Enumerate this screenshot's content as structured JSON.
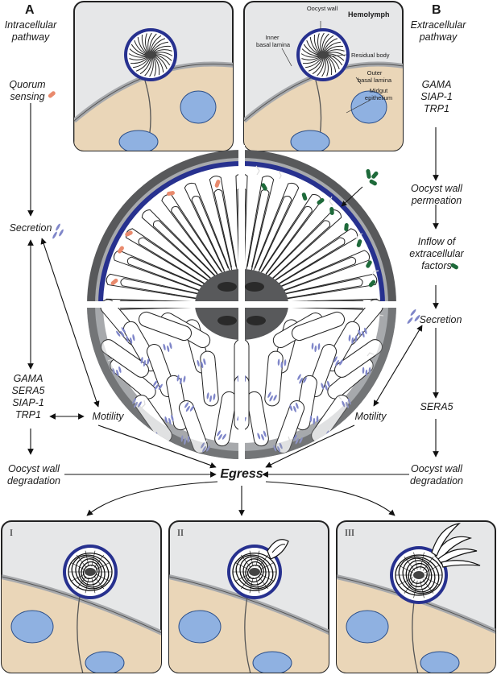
{
  "panels": {
    "a": {
      "letter": "A",
      "title_line1": "Intracellular",
      "title_line2": "pathway"
    },
    "b": {
      "letter": "B",
      "title_line1": "Extracellular",
      "title_line2": "pathway"
    }
  },
  "left_pathway": {
    "quorum_line1": "Quorum",
    "quorum_line2": "sensing",
    "secretion": "Secretion",
    "factors": [
      "GAMA",
      "SERA5",
      "SIAP-1",
      "TRP1"
    ],
    "motility": "Motility",
    "degradation_line1": "Oocyst wall",
    "degradation_line2": "degradation"
  },
  "right_pathway": {
    "factors": [
      "GAMA",
      "SIAP-1",
      "TRP1"
    ],
    "permeation_line1": "Oocyst wall",
    "permeation_line2": "permeation",
    "inflow_line1": "Inflow of",
    "inflow_line2": "extracellular",
    "inflow_line3": "factors",
    "secretion": "Secretion",
    "sera5": "SERA5",
    "motility": "Motility",
    "degradation_line1": "Oocyst wall",
    "degradation_line2": "degradation"
  },
  "egress": "Egress",
  "anatomy_labels": {
    "oocyst_wall_line1": "Oocyst wall",
    "hemolymph": "Hemolymph",
    "inner_basal_lamina_line1": "Inner",
    "inner_basal_lamina_line2": "basal lamina",
    "residual_body": "Residual body",
    "outer_basal_lamina_line1": "Outer",
    "outer_basal_lamina_line2": "basal lamina",
    "midgut_line1": "Midgut",
    "midgut_line2": "epithelium"
  },
  "stages": [
    "I",
    "II",
    "III"
  ],
  "colors": {
    "oocyst_wall": "#27318f",
    "panel_background": "#e6e7e8",
    "epithelium": "#ead6b8",
    "nucleus": "#8fb1e1",
    "residual_body": "#444444",
    "vesicle": "#7f86c9",
    "quorum_factor": "#e98a6d",
    "extracellular_factor": "#1e6a3a"
  }
}
